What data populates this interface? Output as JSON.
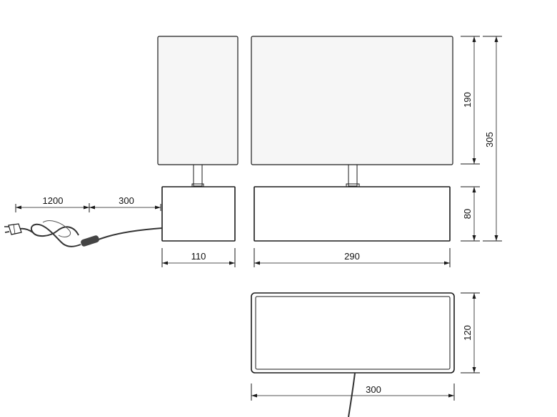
{
  "dimensions": {
    "cable_length": "1200",
    "switch_offset": "300",
    "side_width": "110",
    "front_width": "290",
    "shade_height": "190",
    "total_height": "305",
    "base_height": "80",
    "top_depth": "120",
    "top_width": "300"
  },
  "colors": {
    "line": "#1a1a1a",
    "background": "#ffffff"
  }
}
